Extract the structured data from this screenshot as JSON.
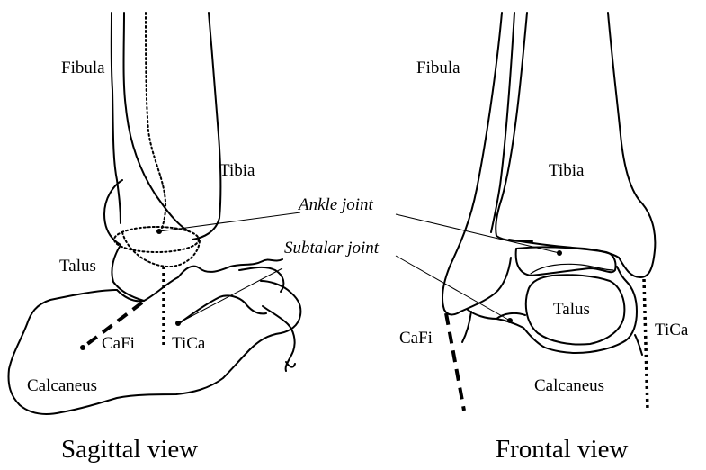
{
  "sagittal": {
    "caption": "Sagittal view",
    "labels": {
      "fibula": "Fibula",
      "tibia": "Tibia",
      "talus": "Talus",
      "calcaneus": "Calcaneus",
      "cafi": "CaFi",
      "tica": "TiCa"
    }
  },
  "frontal": {
    "caption": "Frontal view",
    "labels": {
      "fibula": "Fibula",
      "tibia": "Tibia",
      "talus": "Talus",
      "calcaneus": "Calcaneus",
      "cafi": "CaFi",
      "tica": "TiCa"
    }
  },
  "joints": {
    "ankle": "Ankle joint",
    "subtalar": "Subtalar joint"
  }
}
